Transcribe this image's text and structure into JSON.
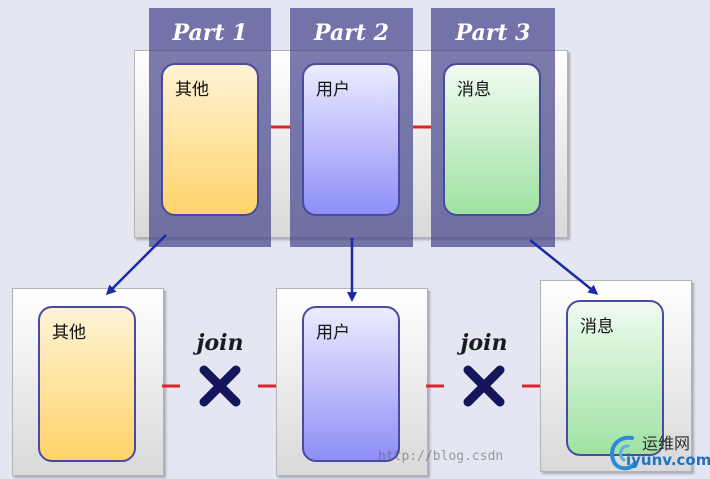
{
  "parts": [
    "Part 1",
    "Part 2",
    "Part 3"
  ],
  "tables": {
    "other": "其他",
    "user": "用户",
    "message": "消息"
  },
  "join": "join",
  "watermark": {
    "url": "http://blog.csdn",
    "logo_cn": "运维网",
    "logo_en": "iyunv.com"
  },
  "colors": {
    "part_strip": "#47478c",
    "table_border": "#4a4aa0",
    "connector": "#e0202a",
    "arrow": "#1a2aa8",
    "cross": "#15155c"
  }
}
